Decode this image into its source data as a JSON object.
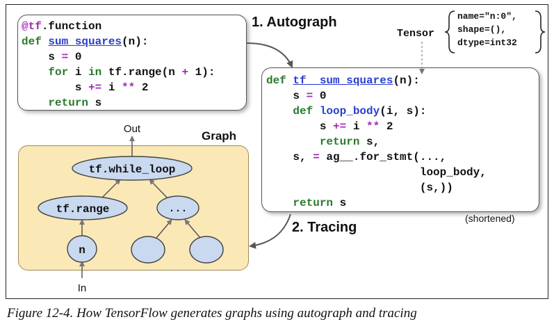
{
  "autograph_label": "1.  Autograph",
  "tracing_label": "2.  Tracing",
  "graph_label": "Graph",
  "tensor_label": "Tensor",
  "shortened_label": "(shortened)",
  "tensor_info": [
    "name=\"n:0\",",
    "shape=(),",
    "dtype=int32"
  ],
  "caption": "Figure 12-4. How TensorFlow generates graphs using autograph and tracing",
  "source_code": [
    [
      {
        "t": "@tf",
        "c": "dec"
      },
      {
        "t": ".function",
        "c": "txt"
      }
    ],
    [
      {
        "t": "def ",
        "c": "kw"
      },
      {
        "t": "sum_squares",
        "c": "fn"
      },
      {
        "t": "(n):",
        "c": "txt"
      }
    ],
    [
      {
        "t": "    s ",
        "c": "txt"
      },
      {
        "t": "=",
        "c": "op"
      },
      {
        "t": " 0",
        "c": "txt"
      }
    ],
    [
      {
        "t": "    ",
        "c": "txt"
      },
      {
        "t": "for",
        "c": "kw"
      },
      {
        "t": " i ",
        "c": "txt"
      },
      {
        "t": "in",
        "c": "kw"
      },
      {
        "t": " tf.range(n ",
        "c": "txt"
      },
      {
        "t": "+",
        "c": "op"
      },
      {
        "t": " 1):",
        "c": "txt"
      }
    ],
    [
      {
        "t": "        s ",
        "c": "txt"
      },
      {
        "t": "+=",
        "c": "op"
      },
      {
        "t": " i ",
        "c": "txt"
      },
      {
        "t": "**",
        "c": "op"
      },
      {
        "t": " 2",
        "c": "txt"
      }
    ],
    [
      {
        "t": "    ",
        "c": "txt"
      },
      {
        "t": "return",
        "c": "kw"
      },
      {
        "t": " s",
        "c": "txt"
      }
    ]
  ],
  "generated_code": [
    [
      {
        "t": "def ",
        "c": "kw"
      },
      {
        "t": "tf__sum_squares",
        "c": "fn"
      },
      {
        "t": "(n):",
        "c": "txt"
      }
    ],
    [
      {
        "t": "    s ",
        "c": "txt"
      },
      {
        "t": "=",
        "c": "op"
      },
      {
        "t": " 0",
        "c": "txt"
      }
    ],
    [
      {
        "t": "    ",
        "c": "txt"
      },
      {
        "t": "def ",
        "c": "kw"
      },
      {
        "t": "loop_body",
        "c": "fn2"
      },
      {
        "t": "(i, s):",
        "c": "txt"
      }
    ],
    [
      {
        "t": "        s ",
        "c": "txt"
      },
      {
        "t": "+=",
        "c": "op"
      },
      {
        "t": " i ",
        "c": "txt"
      },
      {
        "t": "**",
        "c": "op"
      },
      {
        "t": " 2",
        "c": "txt"
      }
    ],
    [
      {
        "t": "        ",
        "c": "txt"
      },
      {
        "t": "return",
        "c": "kw"
      },
      {
        "t": " s,",
        "c": "txt"
      }
    ],
    [
      {
        "t": "    s, ",
        "c": "txt"
      },
      {
        "t": "=",
        "c": "op"
      },
      {
        "t": " ag__.for_stmt(...,",
        "c": "txt"
      }
    ],
    [
      {
        "t": "                       loop_body,",
        "c": "txt"
      }
    ],
    [
      {
        "t": "                       (s,))",
        "c": "txt"
      }
    ],
    [
      {
        "t": "    ",
        "c": "txt"
      },
      {
        "t": "return",
        "c": "kw"
      },
      {
        "t": " s",
        "c": "txt"
      }
    ]
  ],
  "graph": {
    "out_label": "Out",
    "in_label": "In",
    "nodes": {
      "while_loop": "tf.while_loop",
      "range": "tf.range",
      "ellipsis": "...",
      "n": "n",
      "leaf_left": "",
      "leaf_right": ""
    }
  },
  "colors": {
    "graph_bg": "#fbe8b7",
    "node_fill": "#c9d9ef",
    "keyword": "#2b7a2b",
    "function": "#2a3fd0",
    "operator": "#a22bb5"
  }
}
